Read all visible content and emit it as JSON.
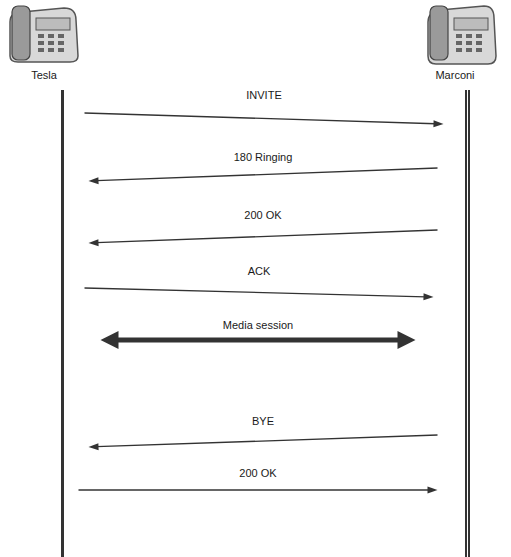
{
  "diagram": {
    "nodes": [
      {
        "text": [
          "Tesla"
        ]
      },
      {
        "text": [
          "Marconi"
        ]
      }
    ],
    "edges": [
      {
        "from": 0,
        "to": 1,
        "arrow": "to",
        "label": "INVITE"
      },
      {
        "from": 1,
        "to": 0,
        "arrow": "to",
        "label": "180 Ringing"
      },
      {
        "from": 1,
        "to": 0,
        "arrow": "to",
        "label": "200 OK"
      },
      {
        "from": 0,
        "to": 1,
        "arrow": "to",
        "label": "ACK"
      },
      {
        "from": 0,
        "to": 1,
        "arrow": "both",
        "label": "Media session"
      },
      {
        "from": 1,
        "to": 0,
        "arrow": "to",
        "label": "BYE"
      },
      {
        "from": 0,
        "to": 1,
        "arrow": "to",
        "label": "200 OK"
      }
    ]
  }
}
